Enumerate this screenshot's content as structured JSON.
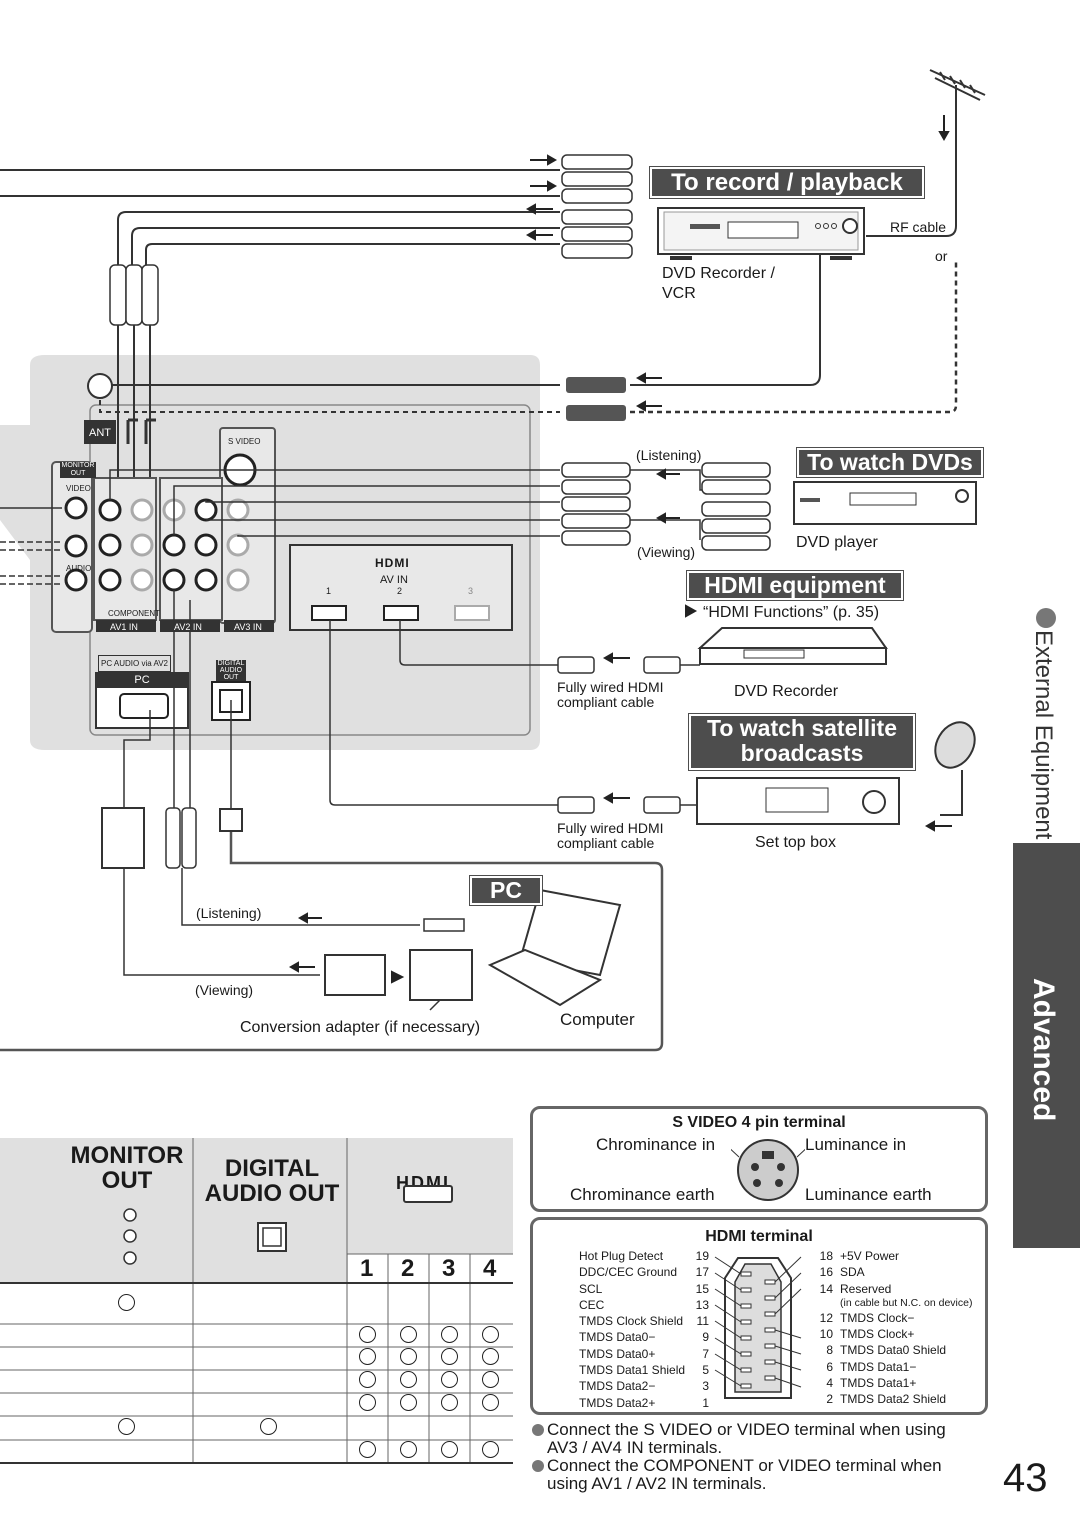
{
  "banners": {
    "record": "To record / playback",
    "dvds": "To watch DVDs",
    "hdmi": "HDMI equipment",
    "satellite_line1": "To watch satellite",
    "satellite_line2": "broadcasts",
    "pc": "PC"
  },
  "devices": {
    "dvd_recorder_vcr_line1": "DVD Recorder /",
    "dvd_recorder_vcr_line2": "VCR",
    "dvd_player": "DVD player",
    "dvd_recorder": "DVD Recorder",
    "set_top_box": "Set top box",
    "computer": "Computer"
  },
  "cables": {
    "rf_cable": "RF cable",
    "or": "or",
    "listening": "(Listening)",
    "viewing": "(Viewing)",
    "hdmi_cable_line1": "Fully wired HDMI",
    "hdmi_cable_line2": "compliant cable",
    "conversion_adapter": "Conversion adapter (if necessary)",
    "hdmi_functions_ref": "“HDMI Functions” (p. 35)"
  },
  "tv_panel": {
    "ant": "ANT",
    "monitor_out": "MONITOR OUT",
    "video": "VIDEO",
    "audio": "AUDIO",
    "s_video": "S VIDEO",
    "component": "COMPONENT",
    "av1_in": "AV1 IN",
    "av2_in": "AV2 IN",
    "av3_in": "AV3 IN",
    "hdmi_logo": "HDMI",
    "av_in": "AV IN",
    "port1": "1",
    "port2": "2",
    "port3": "3",
    "pc_audio_via": "PC AUDIO via AV2",
    "pc": "PC",
    "digital_audio_out": "DIGITAL AUDIO OUT"
  },
  "sidebar": {
    "section": "External Equipment",
    "tab": "Advanced"
  },
  "table": {
    "monitor_out_line1": "MONITOR",
    "monitor_out_line2": "OUT",
    "digital_audio_line1": "DIGITAL",
    "digital_audio_line2": "AUDIO OUT",
    "hdmi_logo": "HDMI",
    "hdmi_ports": [
      "1",
      "2",
      "3",
      "4"
    ],
    "rows": [
      {
        "monitor": true,
        "digital": false,
        "hdmi": false
      },
      {
        "monitor": false,
        "digital": false,
        "hdmi": true
      },
      {
        "monitor": false,
        "digital": false,
        "hdmi": true
      },
      {
        "monitor": false,
        "digital": false,
        "hdmi": true
      },
      {
        "monitor": false,
        "digital": false,
        "hdmi": true
      },
      {
        "monitor": true,
        "digital": true,
        "hdmi": false
      },
      {
        "monitor": false,
        "digital": false,
        "hdmi": true
      }
    ]
  },
  "svideo": {
    "title": "S VIDEO 4 pin terminal",
    "chroma_in": "Chrominance in",
    "luma_in": "Luminance in",
    "chroma_earth": "Chrominance earth",
    "luma_earth": "Luminance earth"
  },
  "hdmi_terminal": {
    "title": "HDMI terminal",
    "left": [
      {
        "name": "Hot Plug Detect",
        "pin": "19"
      },
      {
        "name": "DDC/CEC Ground",
        "pin": "17"
      },
      {
        "name": "SCL",
        "pin": "15"
      },
      {
        "name": "CEC",
        "pin": "13"
      },
      {
        "name": "TMDS Clock Shield",
        "pin": "11"
      },
      {
        "name": "TMDS Data0−",
        "pin": "9"
      },
      {
        "name": "TMDS Data0+",
        "pin": "7"
      },
      {
        "name": "TMDS Data1 Shield",
        "pin": "5"
      },
      {
        "name": "TMDS Data2−",
        "pin": "3"
      },
      {
        "name": "TMDS Data2+",
        "pin": "1"
      }
    ],
    "right": [
      {
        "pin": "18",
        "name": "+5V Power",
        "note": ""
      },
      {
        "pin": "16",
        "name": "SDA",
        "note": ""
      },
      {
        "pin": "14",
        "name": "Reserved",
        "note": "(in cable but N.C. on device)"
      },
      {
        "pin": "12",
        "name": "TMDS Clock−",
        "note": ""
      },
      {
        "pin": "10",
        "name": "TMDS Clock+",
        "note": ""
      },
      {
        "pin": "8",
        "name": "TMDS Data0 Shield",
        "note": ""
      },
      {
        "pin": "6",
        "name": "TMDS Data1−",
        "note": ""
      },
      {
        "pin": "4",
        "name": "TMDS Data1+",
        "note": ""
      },
      {
        "pin": "2",
        "name": "TMDS Data2 Shield",
        "note": ""
      }
    ]
  },
  "notes": {
    "note1_line1": "Connect the S VIDEO or VIDEO terminal when using",
    "note1_line2": "AV3 / AV4 IN terminals.",
    "note2_line1": "Connect the COMPONENT or VIDEO terminal when",
    "note2_line2": "using AV1 / AV2 IN terminals."
  },
  "page_number": "43"
}
